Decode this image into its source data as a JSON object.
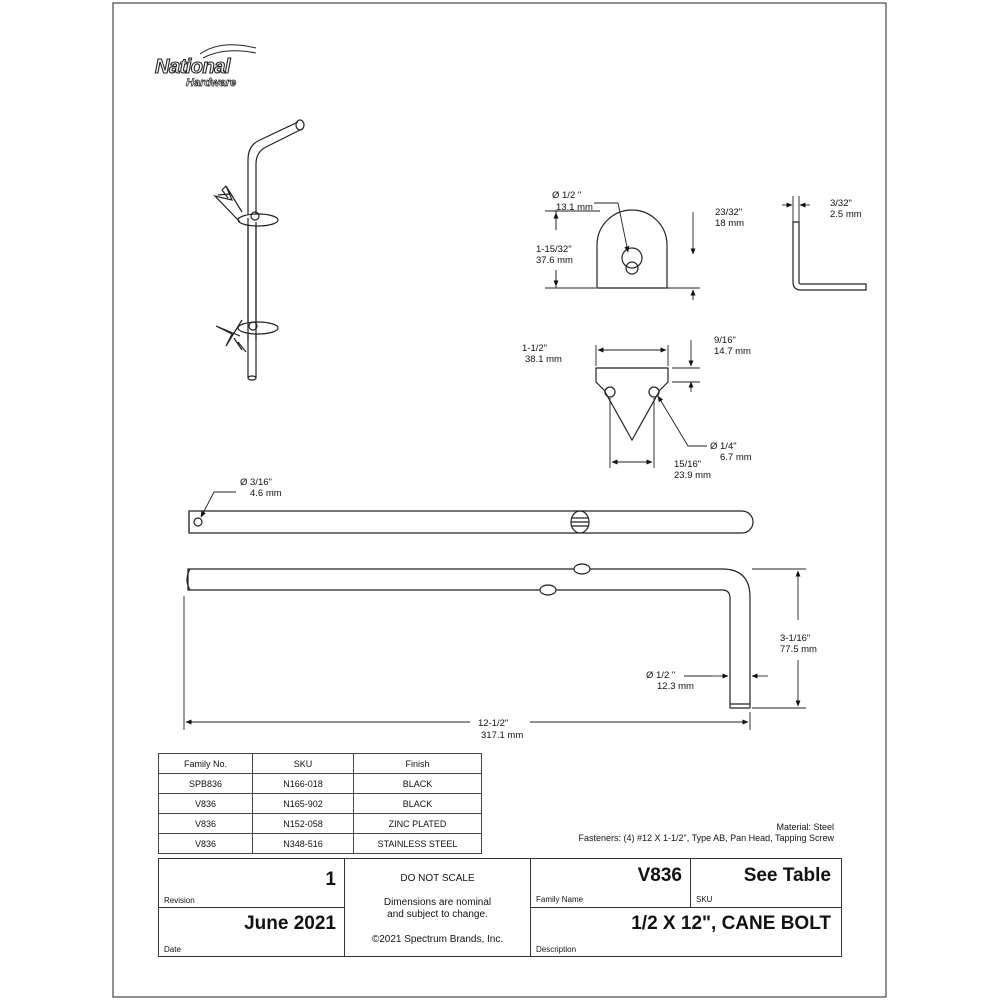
{
  "brand": {
    "logo_line1": "National",
    "logo_line2": "Hardware"
  },
  "dimensions": {
    "hole_dia": {
      "imperial": "Ø 1/2  \"",
      "metric": "13.1 mm"
    },
    "plate_height": {
      "imperial": "1-15/32\"",
      "metric": "37.6 mm"
    },
    "hole_offset": {
      "imperial": "23/32\"",
      "metric": "18 mm"
    },
    "thickness": {
      "imperial": "3/32\"",
      "metric": "2.5 mm"
    },
    "strap_width": {
      "imperial": "1-1/2\"",
      "metric": "38.1 mm"
    },
    "strap_height": {
      "imperial": "9/16\"",
      "metric": "14.7 mm"
    },
    "screw_hole": {
      "imperial": "Ø 1/4\"",
      "metric": "6.7 mm"
    },
    "hole_spacing": {
      "imperial": "15/16\"",
      "metric": "23.9 mm"
    },
    "pin_hole": {
      "imperial": "Ø 3/16\"",
      "metric": "4.6 mm"
    },
    "hook_height": {
      "imperial": "3-1/16\"",
      "metric": "77.5 mm"
    },
    "rod_dia": {
      "imperial": "Ø 1/2  \"",
      "metric": "12.3 mm"
    },
    "overall_length": {
      "imperial": "12-1/2\"",
      "metric": "317.1 mm"
    }
  },
  "family_table": {
    "headers": [
      "Family No.",
      "SKU",
      "Finish"
    ],
    "rows": [
      [
        "SPB836",
        "N166-018",
        "BLACK"
      ],
      [
        "V836",
        "N165-902",
        "BLACK"
      ],
      [
        "V836",
        "N152-058",
        "ZINC PLATED"
      ],
      [
        "V836",
        "N348-516",
        "STAINLESS STEEL"
      ]
    ]
  },
  "notes": {
    "material": "Material: Steel",
    "fasteners": "Fasteners: (4) #12 X 1-1/2\", Type AB, Pan Head, Tapping Screw"
  },
  "title_block": {
    "revision_value": "1",
    "revision_label": "Revision",
    "date_value": "June 2021",
    "date_label": "Date",
    "do_not_scale": "DO NOT SCALE",
    "nominal_line1": "Dimensions are nominal",
    "nominal_line2": "and subject to change.",
    "copyright": "©2021 Spectrum Brands, Inc.",
    "family_value": "V836",
    "family_label": "Family Name",
    "sku_value": "See Table",
    "sku_label": "SKU",
    "description_value": "1/2 X 12\", CANE BOLT",
    "description_label": "Description"
  }
}
